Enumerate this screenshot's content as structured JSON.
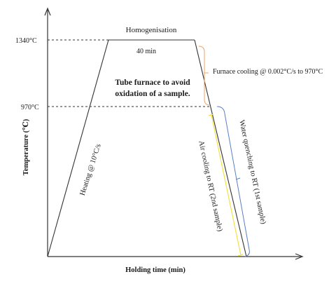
{
  "axes": {
    "y_label": "Temperature (℃)",
    "x_label": "Holding time (min)",
    "ticks": {
      "t_high": "1340°C",
      "t_mid": "970°C"
    }
  },
  "labels": {
    "homogenisation": "Homogenisation",
    "hold_time": "40 min",
    "furnace_line1": "Tube furnace to avoid",
    "furnace_line2": "oxidation of a sample.",
    "heating": "Heating @ 10°C/s",
    "furnace_cooling": "Furnace cooling @ 0.002°C/s to 970°C",
    "air_cooling": "Air cooling to RT (2nd sample)",
    "water_quenching": "Water quenching to RT (1st sample)"
  },
  "colors": {
    "line": "#333333",
    "furnace_bracket": "#f0a35e",
    "air_bracket": "#f2e142",
    "water_bracket": "#5b7fc4"
  }
}
